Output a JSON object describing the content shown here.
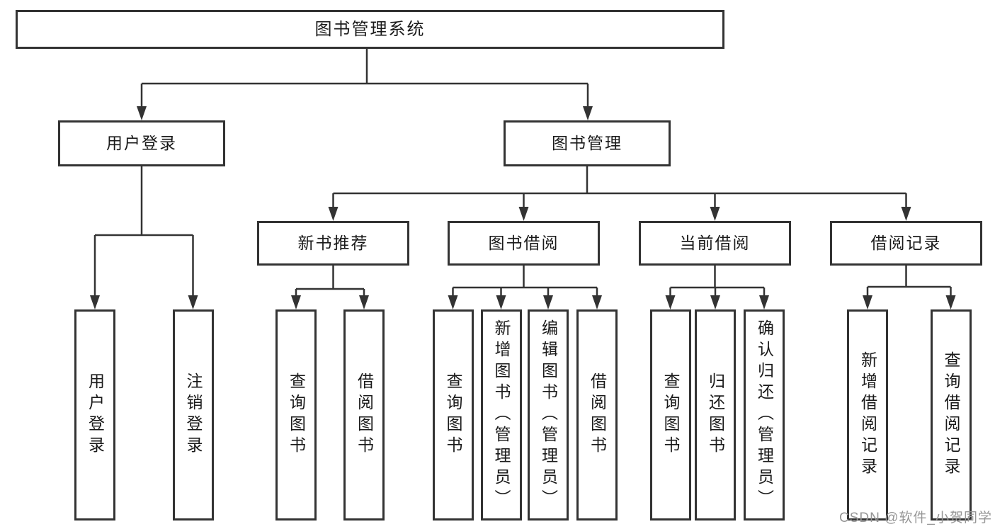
{
  "palette": {
    "line": "#333333",
    "text": "#1a1a1a",
    "box_background": "#ffffff",
    "watermark_color": "#969696"
  },
  "tree": {
    "root": "图书管理系统",
    "children": [
      {
        "label": "用户登录",
        "children": [
          {
            "label": "用户登录"
          },
          {
            "label": "注销登录"
          }
        ]
      },
      {
        "label": "图书管理",
        "children": [
          {
            "label": "新书推荐",
            "children": [
              {
                "label": "查询图书"
              },
              {
                "label": "借阅图书"
              }
            ]
          },
          {
            "label": "图书借阅",
            "children": [
              {
                "label": "查询图书"
              },
              {
                "label": "新增图书（管理员）"
              },
              {
                "label": "编辑图书（管理员）"
              },
              {
                "label": "借阅图书"
              }
            ]
          },
          {
            "label": "当前借阅",
            "children": [
              {
                "label": "查询图书"
              },
              {
                "label": "归还图书"
              },
              {
                "label": "确认归还（管理员）"
              }
            ]
          },
          {
            "label": "借阅记录",
            "children": [
              {
                "label": "新增借阅记录"
              },
              {
                "label": "查询借阅记录"
              }
            ]
          }
        ]
      }
    ]
  },
  "watermark": {
    "text": "CSDN @软件_小贺同学"
  }
}
